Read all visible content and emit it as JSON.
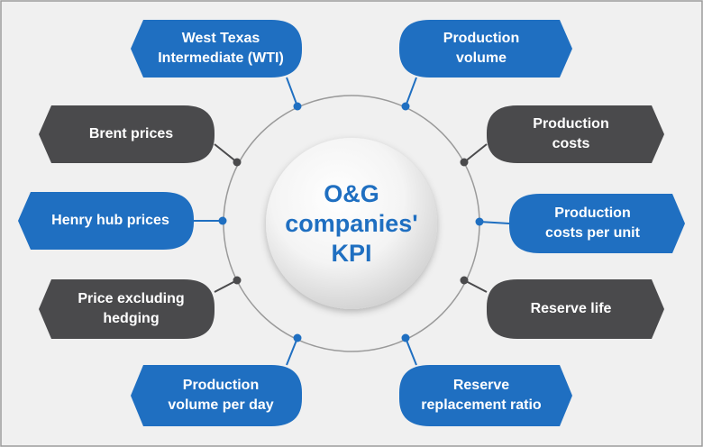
{
  "center": {
    "title": "O&G\ncompanies'\nKPI"
  },
  "colors": {
    "blue": "#1f6fc1",
    "dark": "#4a4a4c",
    "background": "#f0f0f0",
    "border": "#9a9a9a"
  },
  "kpis": [
    {
      "id": "wti",
      "label": "West Texas\nIntermediate (WTI)",
      "color": "blue",
      "side": "left"
    },
    {
      "id": "brent",
      "label": "Brent prices",
      "color": "dark",
      "side": "left"
    },
    {
      "id": "henry-hub",
      "label": "Henry hub prices",
      "color": "blue",
      "side": "left"
    },
    {
      "id": "price-excluding-hedging",
      "label": "Price excluding\nhedging",
      "color": "dark",
      "side": "left"
    },
    {
      "id": "production-volume-per-day",
      "label": "Production\nvolume per day",
      "color": "blue",
      "side": "left"
    },
    {
      "id": "production-volume",
      "label": "Production\nvolume",
      "color": "blue",
      "side": "right"
    },
    {
      "id": "production-costs",
      "label": "Production\ncosts",
      "color": "dark",
      "side": "right"
    },
    {
      "id": "production-costs-per-unit",
      "label": "Production\ncosts per unit",
      "color": "blue",
      "side": "right"
    },
    {
      "id": "reserve-life",
      "label": "Reserve life",
      "color": "dark",
      "side": "right"
    },
    {
      "id": "reserve-replacement-ratio",
      "label": "Reserve\nreplacement ratio",
      "color": "blue",
      "side": "right"
    }
  ]
}
